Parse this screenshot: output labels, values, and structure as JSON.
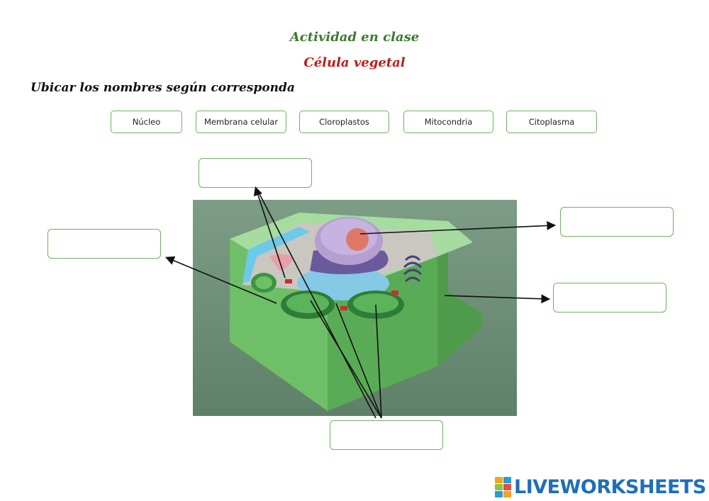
{
  "header": {
    "title": "Actividad en clase",
    "subtitle": "Célula vegetal",
    "instruction": "Ubicar los nombres según corresponda"
  },
  "word_bank": [
    {
      "label": "Núcleo"
    },
    {
      "label": "Membrana celular"
    },
    {
      "label": "Cloroplastos"
    },
    {
      "label": "Mitocondria"
    },
    {
      "label": "Citoplasma"
    }
  ],
  "answer_boxes": [
    {
      "value": ""
    },
    {
      "value": ""
    },
    {
      "value": ""
    },
    {
      "value": ""
    },
    {
      "value": ""
    }
  ],
  "footer": {
    "logo_text": "LIVEWORKSHEETS"
  },
  "colors": {
    "title": "#3c7a2e",
    "subtitle": "#c21a1a",
    "border": "#6fb262",
    "logo": "#1d6fb8"
  }
}
